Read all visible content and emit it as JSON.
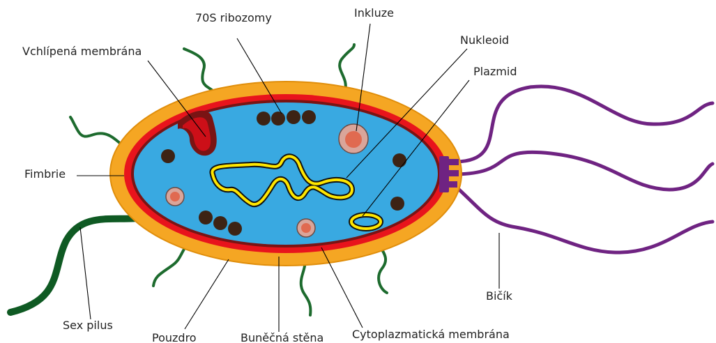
{
  "labels": {
    "ribosomes": "70S ribozomy",
    "inclusion": "Inkluze",
    "invaginated_membrane": "Vchlípená membrána",
    "nucleoid": "Nukleoid",
    "plasmid": "Plazmid",
    "fimbriae": "Fimbrie",
    "sex_pilus": "Sex pilus",
    "capsule": "Pouzdro",
    "cell_wall": "Buněčná stěna",
    "cytoplasmic_membrane": "Cytoplazmatická membrána",
    "flagellum": "Bičík"
  },
  "colors": {
    "capsule": "#f5a623",
    "capsule_edge": "#e08e0b",
    "cell_wall": "#e8141c",
    "membrane": "#7a1414",
    "cytoplasm": "#39a9e1",
    "ribosome": "#3d2314",
    "nucleoid": "#ffe600",
    "nucleoid_outline": "#111111",
    "inclusion_outer": "#d9a59a",
    "inclusion_inner": "#e06a50",
    "fimbriae": "#1d6b2e",
    "sex_pilus": "#0f5a23",
    "flagellum": "#6f2382",
    "flagellum_anchor": "#6f2382"
  },
  "icons": [
    "bacterium-cell-diagram"
  ]
}
